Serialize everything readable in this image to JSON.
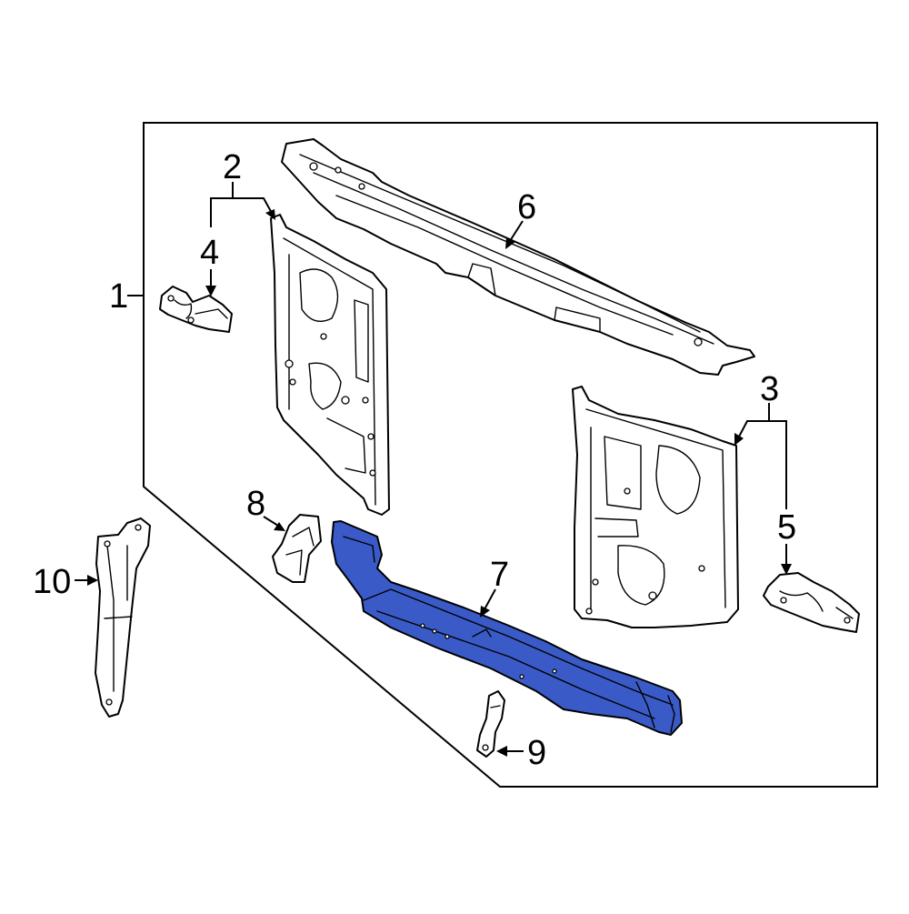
{
  "callouts": {
    "c1": "1",
    "c2": "2",
    "c3": "3",
    "c4": "4",
    "c5": "5",
    "c6": "6",
    "c7": "7",
    "c8": "8",
    "c9": "9",
    "c10": "10"
  },
  "highlight_part": "7",
  "colors": {
    "highlight": "#3a5bc7",
    "line": "#000000",
    "background": "#ffffff"
  }
}
